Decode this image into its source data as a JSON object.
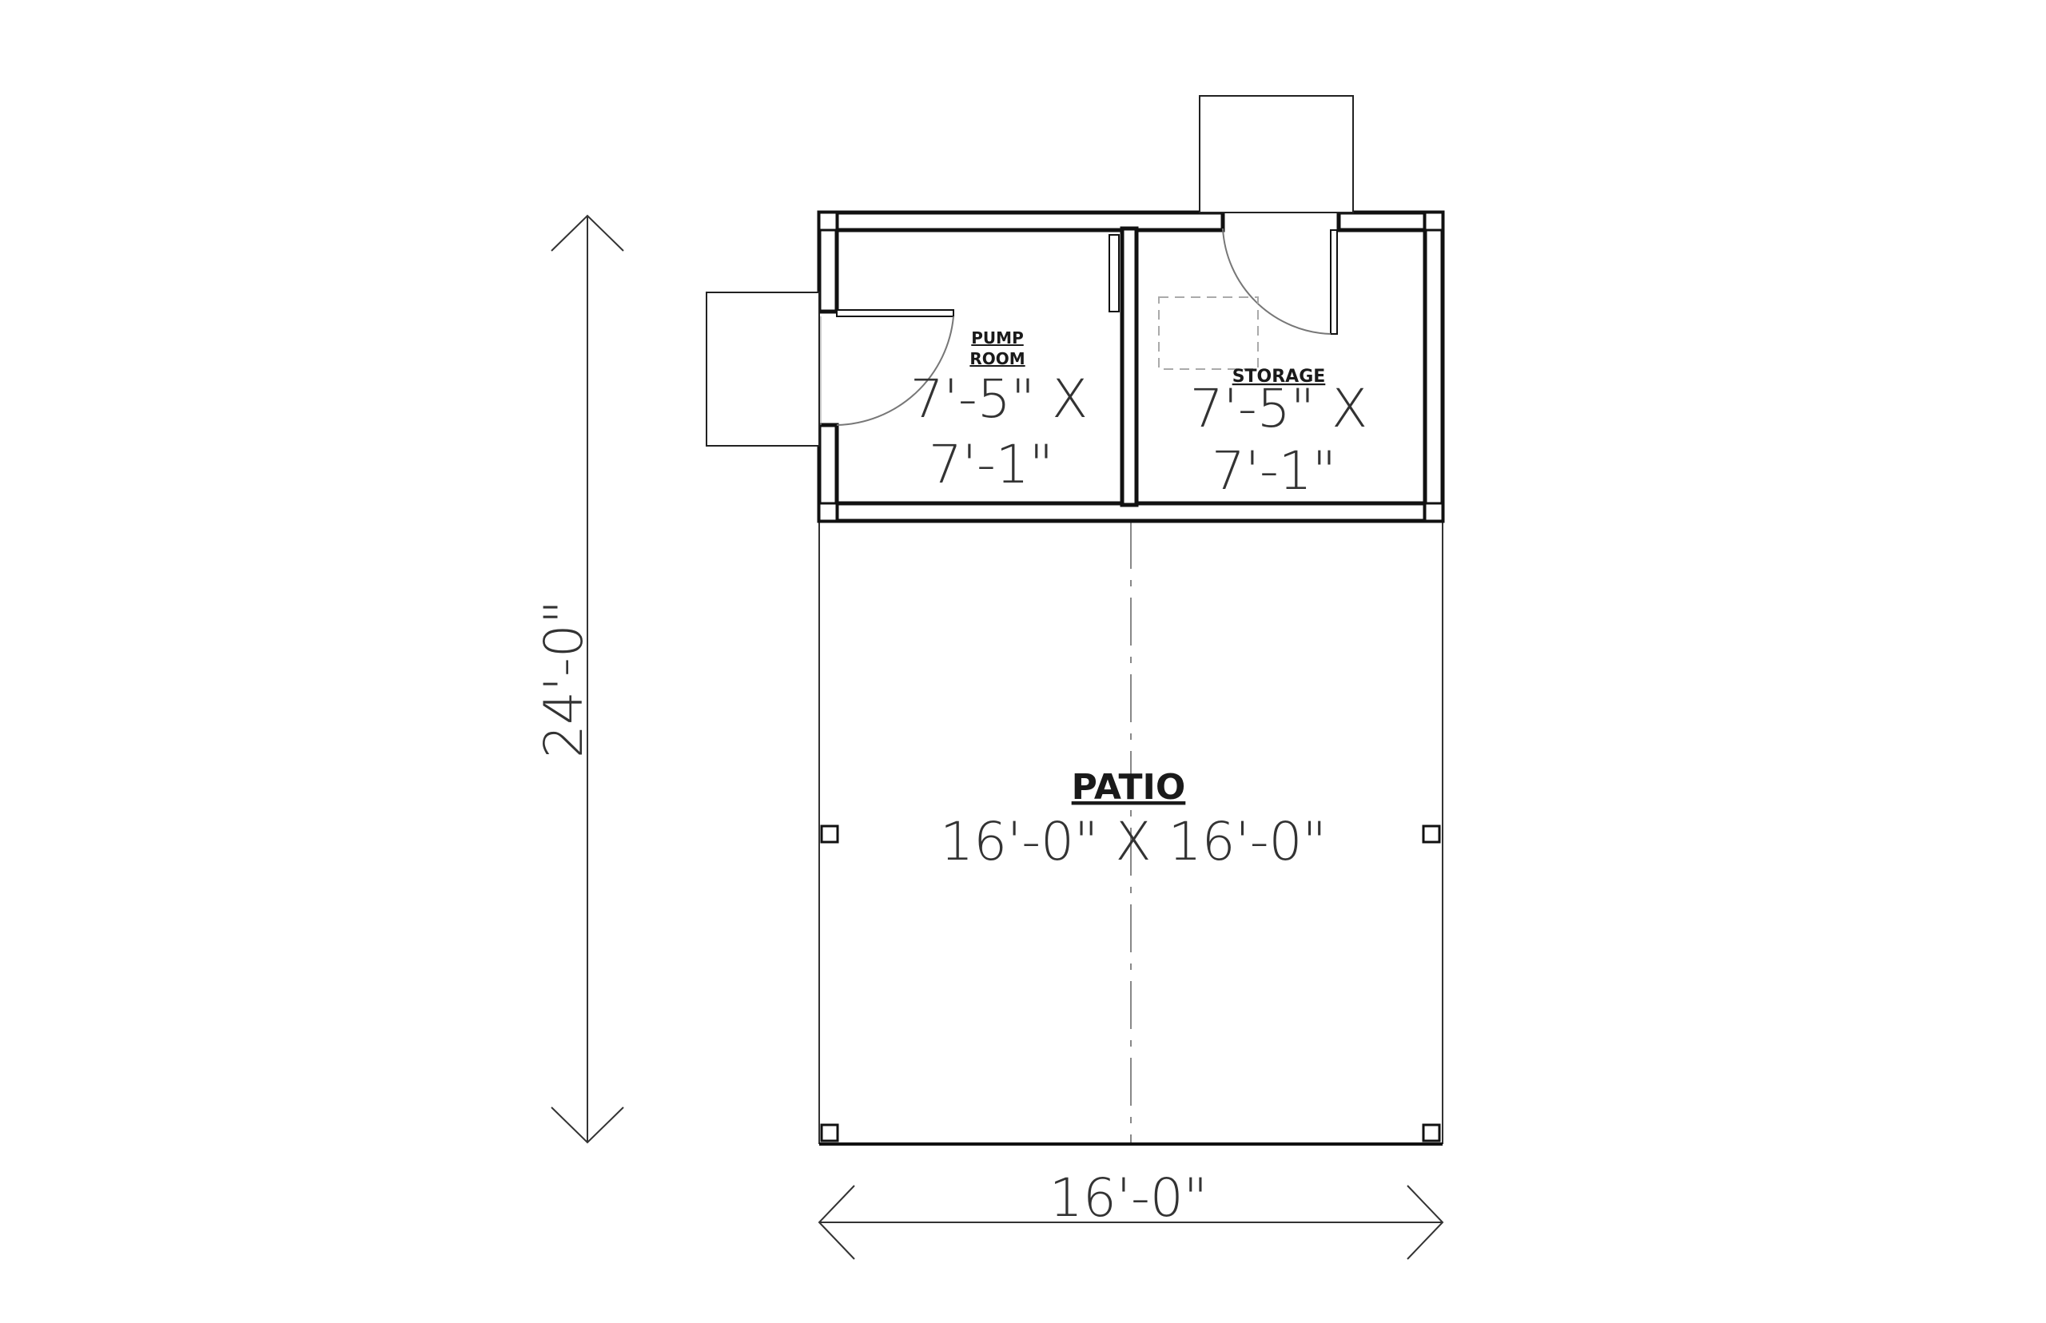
{
  "plan": {
    "overall_width_label": "16'-0\"",
    "overall_depth_label": "24'-0\"",
    "rooms": [
      {
        "name": "PUMP",
        "name2": "ROOM",
        "dims_line1": "7'-5\" X",
        "dims_line2": "7'-1\""
      },
      {
        "name": "STORAGE",
        "dims_line1": "7'-5\" X",
        "dims_line2": "7'-1\""
      },
      {
        "name": "PATIO",
        "dims": "16'-0\" X 16'-0\""
      }
    ]
  }
}
